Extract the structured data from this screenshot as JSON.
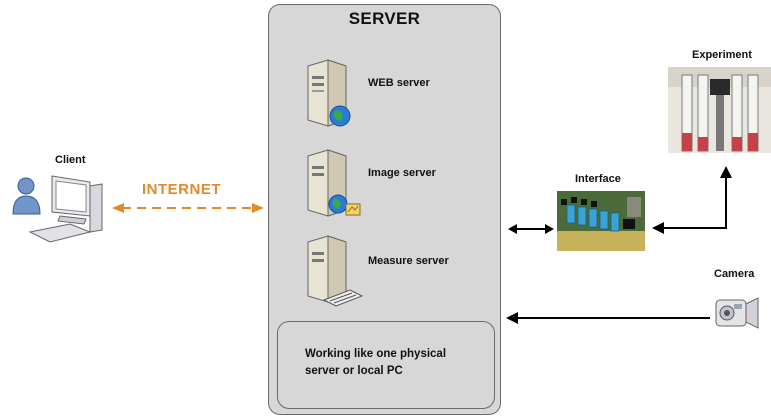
{
  "server": {
    "title": "SERVER",
    "items": [
      {
        "label": "WEB server"
      },
      {
        "label": "Image server"
      },
      {
        "label": "Measure server"
      }
    ],
    "note_line1": "Working like one physical",
    "note_line2": "server or local PC"
  },
  "client": {
    "label": "Client"
  },
  "internet": {
    "label": "INTERNET",
    "color": "#e08a2b"
  },
  "interface": {
    "label": "Interface"
  },
  "experiment": {
    "label": "Experiment"
  },
  "camera": {
    "label": "Camera"
  }
}
